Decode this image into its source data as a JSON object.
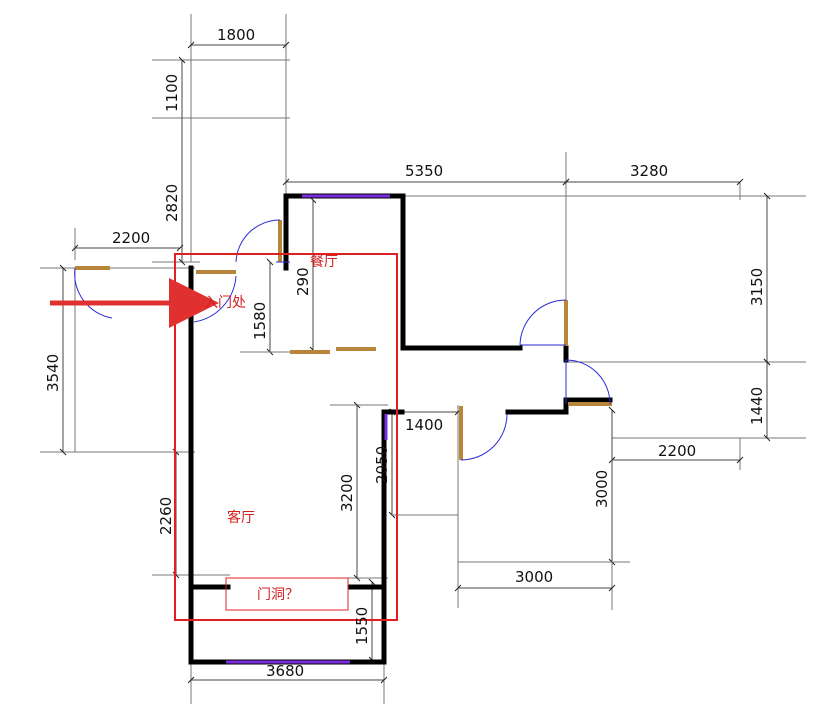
{
  "dimensions": {
    "d1800": "1800",
    "d1100": "1100",
    "d2820": "2820",
    "d5350": "5350",
    "d3280": "3280",
    "d2200_left": "2200",
    "d3150": "3150",
    "d290": "290",
    "d1580": "1580",
    "d3540": "3540",
    "d1440": "1440",
    "d1400": "1400",
    "d2200_right": "2200",
    "d3000_v": "3000",
    "d3200": "3200",
    "d2050": "2050",
    "d2260": "2260",
    "d3000_h": "3000",
    "d1550": "1550",
    "d3680": "3680"
  },
  "labels": {
    "dining": "餐厅",
    "entrance": "入门处",
    "living": "客厅",
    "opening": "门洞？"
  },
  "colors": {
    "annotation": "#e02020",
    "arrow": "#e03030",
    "window": "#7a2de0",
    "door": "#b8863a",
    "swing": "#2b2bd8"
  }
}
